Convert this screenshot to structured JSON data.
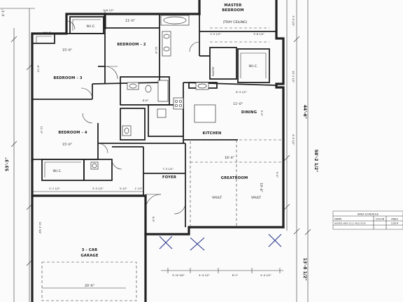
{
  "rooms": {
    "master_bedroom": [
      "MASTER",
      "BEDROOM"
    ],
    "tray_ceiling": "(TRAY CEILING)",
    "bedroom2": "BEDROOM - 2",
    "bedroom3": "BEDROOM - 3",
    "bedroom4": "BEDROOM - 4",
    "wic": "W.I.C.",
    "pantry": "PANTRY",
    "dining": "DINING",
    "kitchen": "KITCHEN",
    "greatroom": "GREATROOM",
    "foyer": "FOYER",
    "vault": "VAULT",
    "garage": [
      "3 - CAR",
      "GARAGE"
    ]
  },
  "dimensions": {
    "overall_left": "53'-3\"",
    "overall_right_upper": "44'-6\"",
    "overall_right": "58'-2 1/2\"",
    "right_bottom": "13'-8 1/2\"",
    "corner_top_left": "4'-1\"",
    "right_top": "3'-9 1/2\"",
    "garage_width": "20'-6\"",
    "garage_depth": "10'-3 3/4\"",
    "greatroom_width": "16'-4\"",
    "greatroom_depth": "19'-4\"",
    "dining_width": "11'-0\"",
    "dining_depth": "9'-0\"",
    "bedroom2_width": "11'-0\"",
    "bedroom2_depth": "12'-4\"",
    "bedroom3_width": "15'-0\"",
    "bedroom3_depth": "11'-8\"",
    "bedroom4_width": "15'-0\"",
    "bedroom4_depth": "11'-0\"",
    "master_a": "3'-3 1/2\"",
    "master_b": "3'-8 1/4\"",
    "top_small": "1'-8 1/2\"",
    "foyer_w": "7'-3 1/2\"",
    "kitchen_w": "8'-3 1/2\"",
    "bath_w": "8'-6\"",
    "base_a": "3'-10 3/4\"",
    "base_b": "4'-4 1/2\"",
    "base_c": "8'-2\"",
    "base_d": "4'-4 1/2\"",
    "mid_a": "5'-1 1/2\"",
    "mid_b": "5'-3 1/2\"",
    "mid_c": "3'-10\"",
    "mid_d": "1'-10\"",
    "side_a": "9'-0\"",
    "side_b": "8'-6\"",
    "side_c": "10'-1 1/2\"",
    "side_d": "4'-5 1/2\""
  },
  "schedule": {
    "title": "AREA SCHEDULE",
    "headers": [
      "NAME",
      "COLOR",
      "AREA"
    ],
    "row": [
      "HEATED AREA TO O. FACE STUD",
      "",
      "2,814"
    ]
  }
}
